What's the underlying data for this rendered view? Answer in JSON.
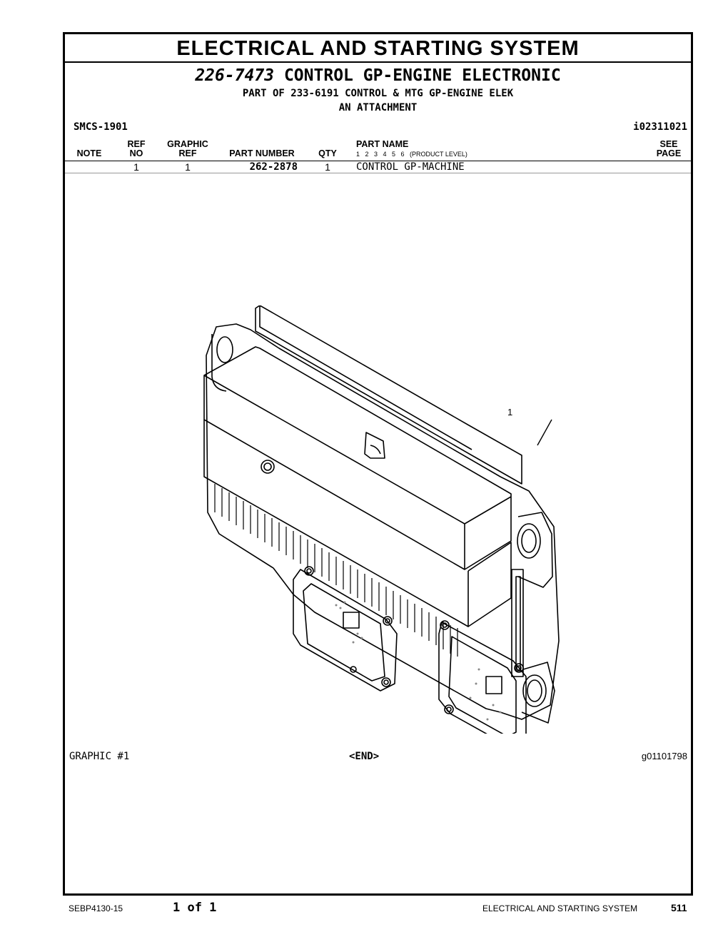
{
  "section_title": "ELECTRICAL AND STARTING SYSTEM",
  "group": {
    "number": "226-7473",
    "name": "CONTROL GP-ENGINE ELECTRONIC",
    "part_of": "PART OF 233-6191 CONTROL & MTG GP-ENGINE ELEK",
    "attachment": "AN ATTACHMENT"
  },
  "smcs": "SMCS-1901",
  "info_id": "i02311021",
  "columns": {
    "note": "NOTE",
    "ref_no_top": "REF",
    "ref_no_bottom": "NO",
    "graphic_ref_top": "GRAPHIC",
    "graphic_ref_bottom": "REF",
    "part_number": "PART NUMBER",
    "qty": "QTY",
    "part_name": "PART NAME",
    "product_level": "1   2   3   4   5   6   (PRODUCT LEVEL)",
    "see_page_top": "SEE",
    "see_page_bottom": "PAGE"
  },
  "rows": [
    {
      "ref_no": "1",
      "graphic_ref": "1",
      "part_number": "262-2878",
      "qty": "1",
      "part_name": "CONTROL GP-MACHINE"
    }
  ],
  "callout": "1",
  "graphic_label": "GRAPHIC #1",
  "end_marker": "<END>",
  "graphic_id": "g01101798",
  "footer": {
    "doc_number": "SEBP4130-15",
    "page_of": "1 of 1",
    "section": "ELECTRICAL AND STARTING SYSTEM",
    "page_number": "511"
  }
}
